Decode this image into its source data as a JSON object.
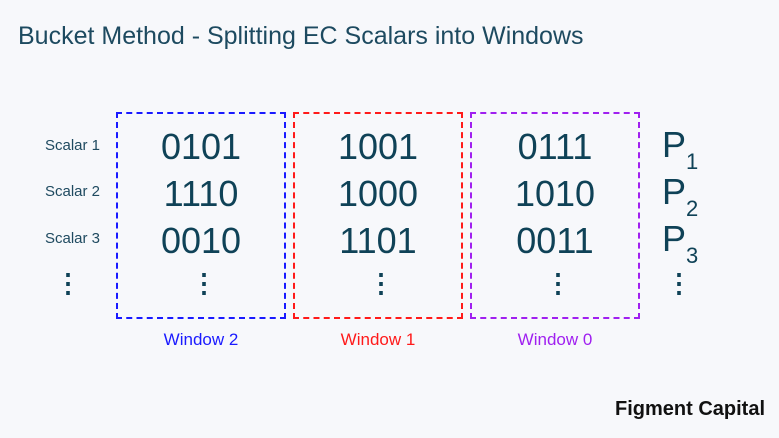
{
  "title": "Bucket Method - Splitting EC Scalars into Windows",
  "scalars": [
    "Scalar 1",
    "Scalar 2",
    "Scalar 3"
  ],
  "windows": [
    {
      "label": "Window 2",
      "color": "#1a1aff",
      "values": [
        "0101",
        "1110",
        "0010"
      ]
    },
    {
      "label": "Window 1",
      "color": "#ff1a1a",
      "values": [
        "1001",
        "1000",
        "1101"
      ]
    },
    {
      "label": "Window 0",
      "color": "#a020f0",
      "values": [
        "0111",
        "1010",
        "0011"
      ]
    }
  ],
  "points": [
    {
      "base": "P",
      "sub": "1"
    },
    {
      "base": "P",
      "sub": "2"
    },
    {
      "base": "P",
      "sub": "3"
    }
  ],
  "ellipsis": "⋮",
  "brand": "Figment Capital"
}
